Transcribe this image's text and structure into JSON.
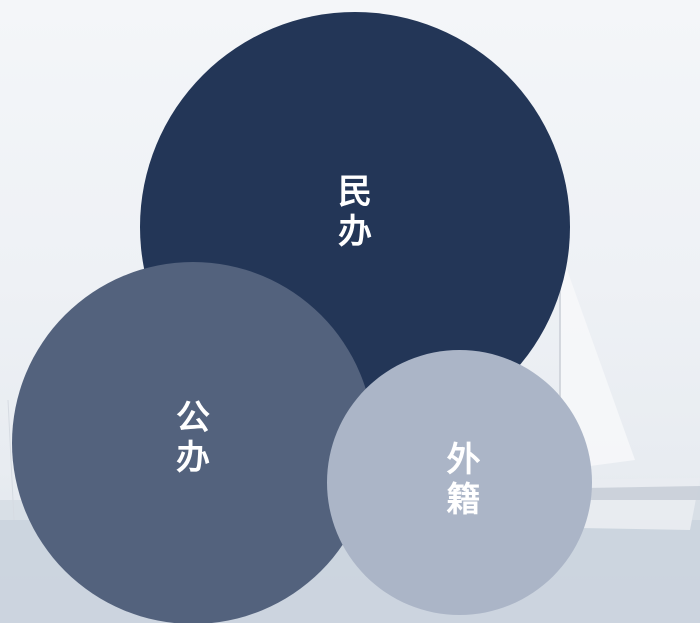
{
  "circles": {
    "minban": {
      "label": "民办",
      "color": "#233657"
    },
    "gongban": {
      "label": "公办",
      "color": "#53627d"
    },
    "waiji": {
      "label": "外籍",
      "color": "#abb5c7"
    }
  },
  "background": {
    "description_icon": "sailboat-background",
    "sky_color": "#f1f3f6",
    "sea_color": "#c9d2dc"
  }
}
